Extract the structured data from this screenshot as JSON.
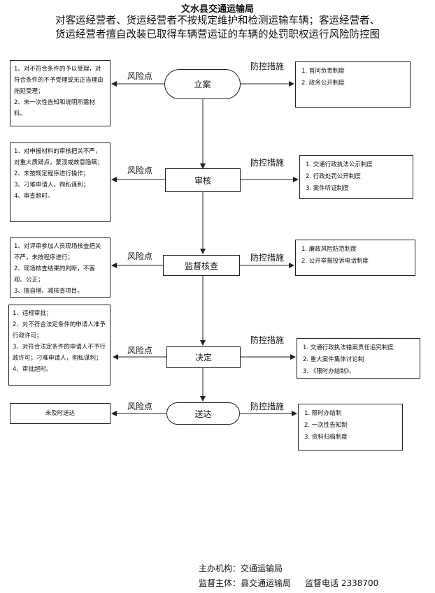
{
  "header": {
    "agency": "文水县交通运输局",
    "title_line1": "对客运经营者、货运经营者不按规定维护和检测运输车辆；客运经营者、",
    "title_line2": "货运经营者擅自改装已取得车辆营运证的车辆的处罚职权运行风险防控图"
  },
  "labels": {
    "risk_point": "风险点",
    "control_measures": "防控措施"
  },
  "steps": [
    {
      "name": "立案",
      "risks": [
        "1、对不符合条件的予以受理，对符合条件的不予受理或无正当理由拖延受理；",
        "2、未一次性告知和说明所需材料。"
      ],
      "controls": [
        "1. 首问负责制度",
        "2. 政务公开制度"
      ]
    },
    {
      "name": "审核",
      "risks": [
        "1、对申报材料的审核把关不严，对重大质疑点，蒙混或故意隐瞒；",
        "2、未按规定程序进行操作；",
        "3、刁难申请人，徇私谋利；",
        "4、审查超时。"
      ],
      "controls": [
        "1. 交通行政执法公示制度",
        "2. 行政处罚公开制度",
        "3. 案件听证制度"
      ]
    },
    {
      "name": "监督核查",
      "risks": [
        "1、对评审参加人员现场核查把关不严，未按程序进行；",
        "2、现场核查结果的判断，不客观、公正；",
        "3、擅自增、减核查项目。"
      ],
      "controls": [
        "1. 廉政风险防范制度",
        "2. 公开举报投诉电话制度"
      ]
    },
    {
      "name": "决定",
      "risks": [
        "1、违规审批；",
        "2、对不符合法定条件的申请人准予行政许可；",
        "3、对符合法定条件的申请人不予行政许可；刁难申请人，徇私谋利；",
        "4、审批超时。"
      ],
      "controls": [
        "1. 交通行政执法错案责任追究制度",
        "2. 重大案件集体讨论制",
        "3. 《限时办结制》。"
      ]
    },
    {
      "name": "送达",
      "risks": [
        "未及时送达"
      ],
      "controls": [
        "1. 限时办结制",
        "2. 一次性告知制",
        "3. 资料归档制度"
      ]
    }
  ],
  "footer": {
    "organizer": "主办机构：交通运输局",
    "supervisor": "监督主体：县交通运输局",
    "phone": "监督电话 2338700"
  }
}
